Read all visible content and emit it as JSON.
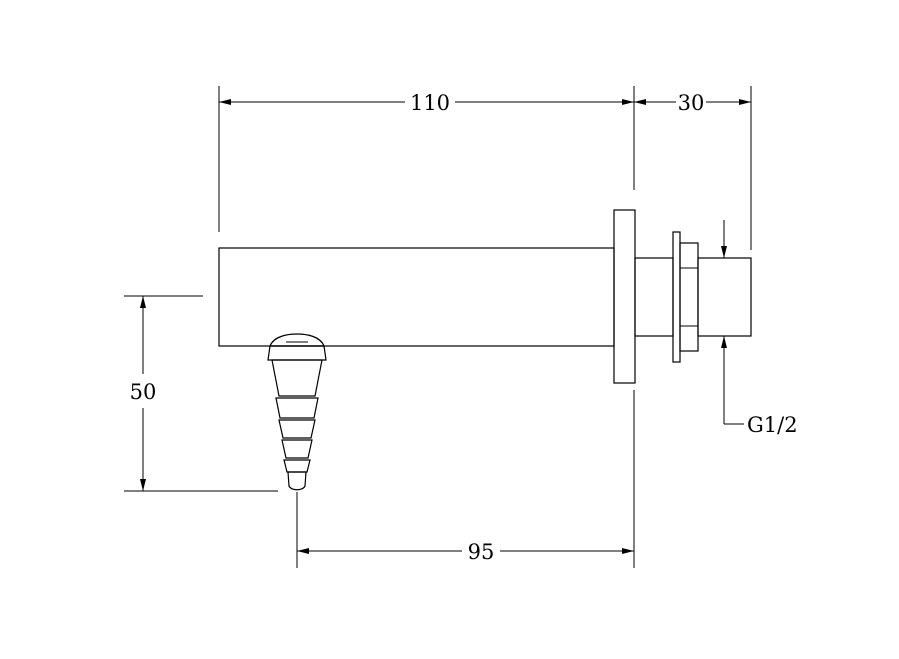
{
  "dimensions": {
    "top_length": "110",
    "top_right": "30",
    "height": "50",
    "bottom_length": "95"
  },
  "callout": {
    "thread": "G1/2"
  },
  "colors": {
    "line": "#000000",
    "background": "#ffffff"
  }
}
